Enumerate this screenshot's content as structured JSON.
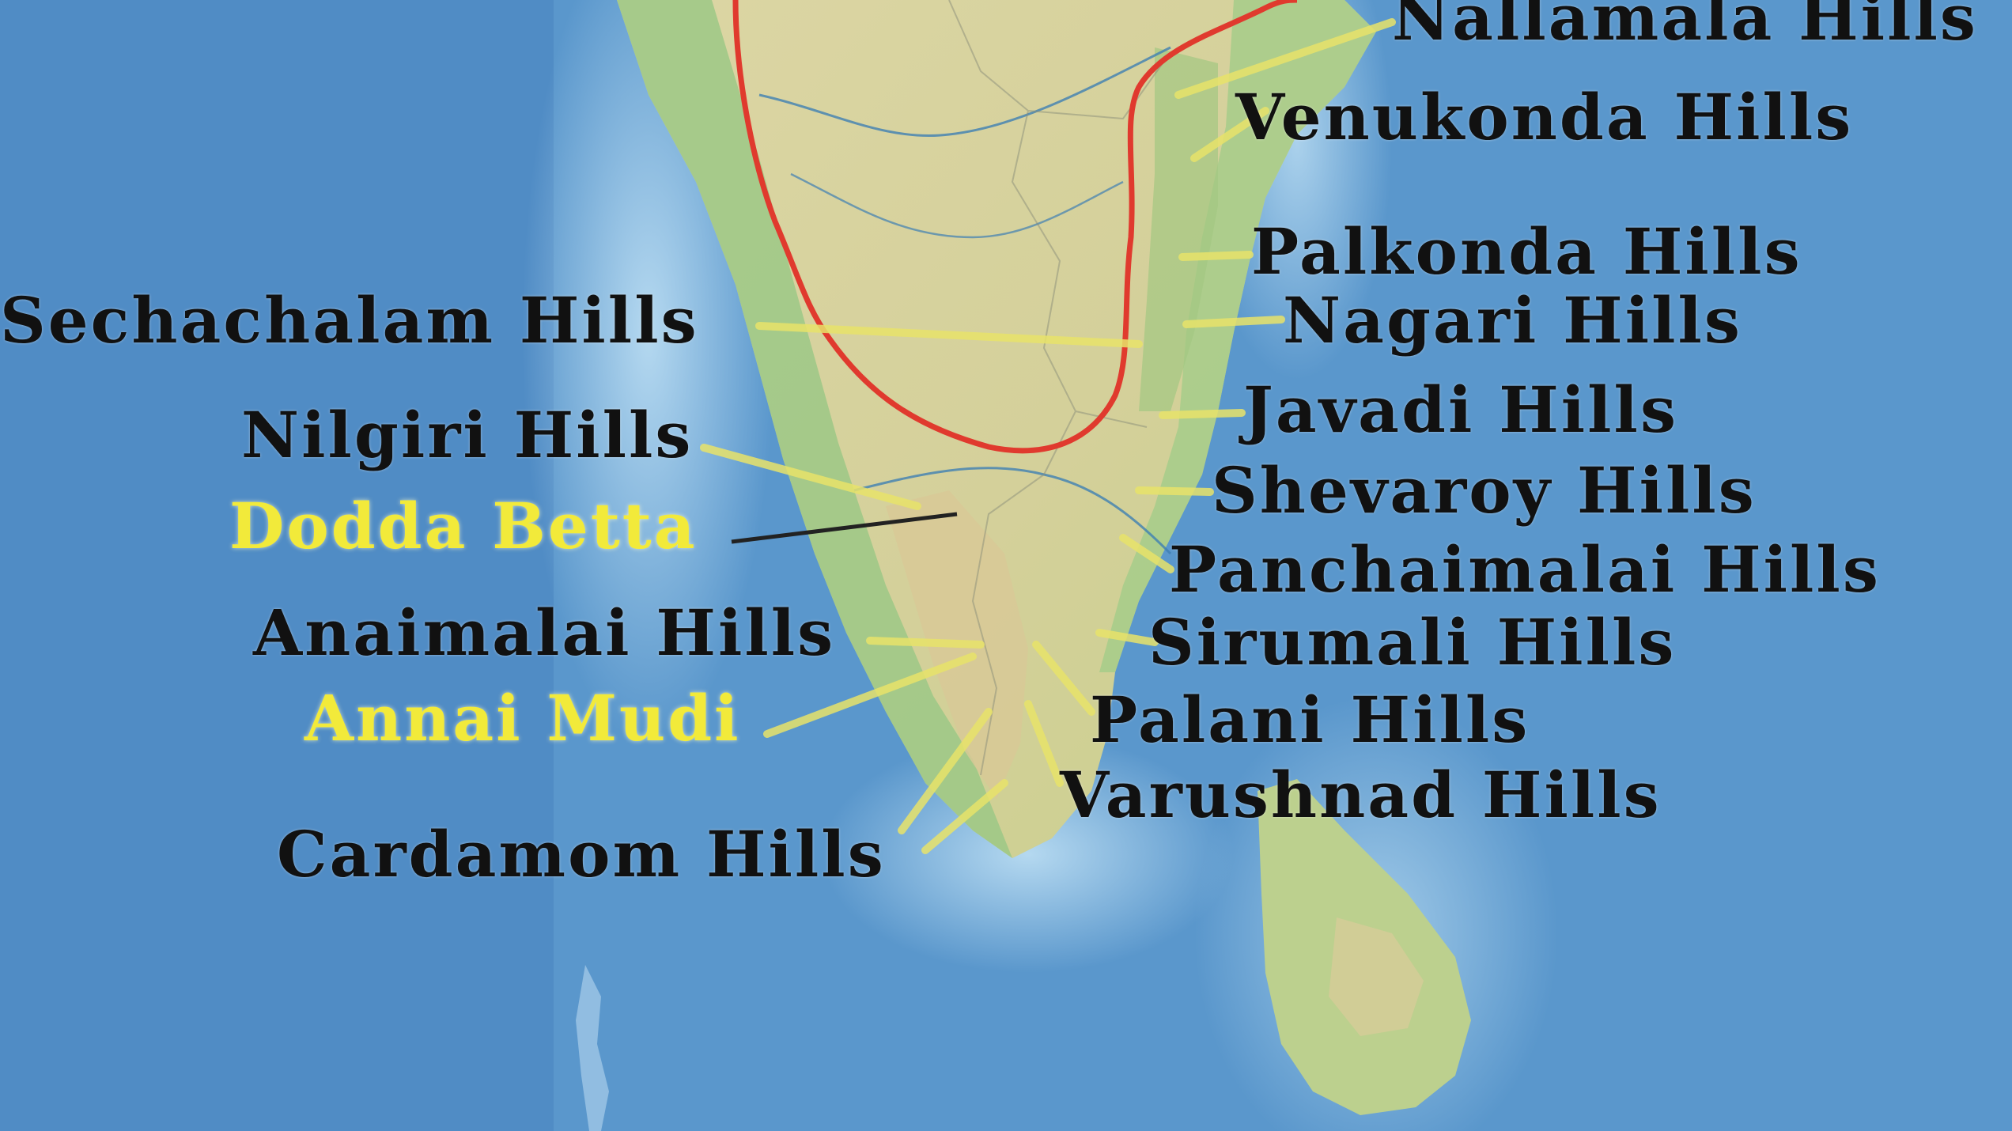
{
  "colors": {
    "ocean": "#4f8fc8",
    "ocean_light": "#a8d0ee",
    "land": "#cfd493",
    "land_high": "#d9cf9c",
    "coast_green": "#9fca86",
    "boundary_red": "#e03a2e",
    "label_dark": "#111111",
    "label_peak": "#f2ea3a",
    "leader_yellow": "#e8e36a",
    "leader_black": "#222222",
    "river": "#3f7fb3"
  },
  "labels": [
    {
      "id": "nallamala",
      "text": "Nallamala Hills",
      "kind": "range"
    },
    {
      "id": "venukonda",
      "text": "Venukonda Hills",
      "kind": "range"
    },
    {
      "id": "palkonda",
      "text": "Palkonda Hills",
      "kind": "range"
    },
    {
      "id": "sechachalam",
      "text": "Sechachalam Hills",
      "kind": "range"
    },
    {
      "id": "nagari",
      "text": "Nagari Hills",
      "kind": "range"
    },
    {
      "id": "javadi",
      "text": "Javadi Hills",
      "kind": "range"
    },
    {
      "id": "nilgiri",
      "text": "Nilgiri Hills",
      "kind": "range"
    },
    {
      "id": "shevaroy",
      "text": "Shevaroy Hills",
      "kind": "range"
    },
    {
      "id": "doddabetta",
      "text": "Dodda Betta",
      "kind": "peak"
    },
    {
      "id": "panchaimalai",
      "text": "Panchaimalai Hills",
      "kind": "range"
    },
    {
      "id": "anaimalai",
      "text": "Anaimalai Hills",
      "kind": "range"
    },
    {
      "id": "sirumali",
      "text": "Sirumali Hills",
      "kind": "range"
    },
    {
      "id": "annaimudi",
      "text": "Annai Mudi",
      "kind": "peak"
    },
    {
      "id": "palani",
      "text": "Palani Hills",
      "kind": "range"
    },
    {
      "id": "varushnad",
      "text": "Varushnad Hills",
      "kind": "range"
    },
    {
      "id": "cardamom",
      "text": "Cardamom Hills",
      "kind": "range"
    }
  ]
}
